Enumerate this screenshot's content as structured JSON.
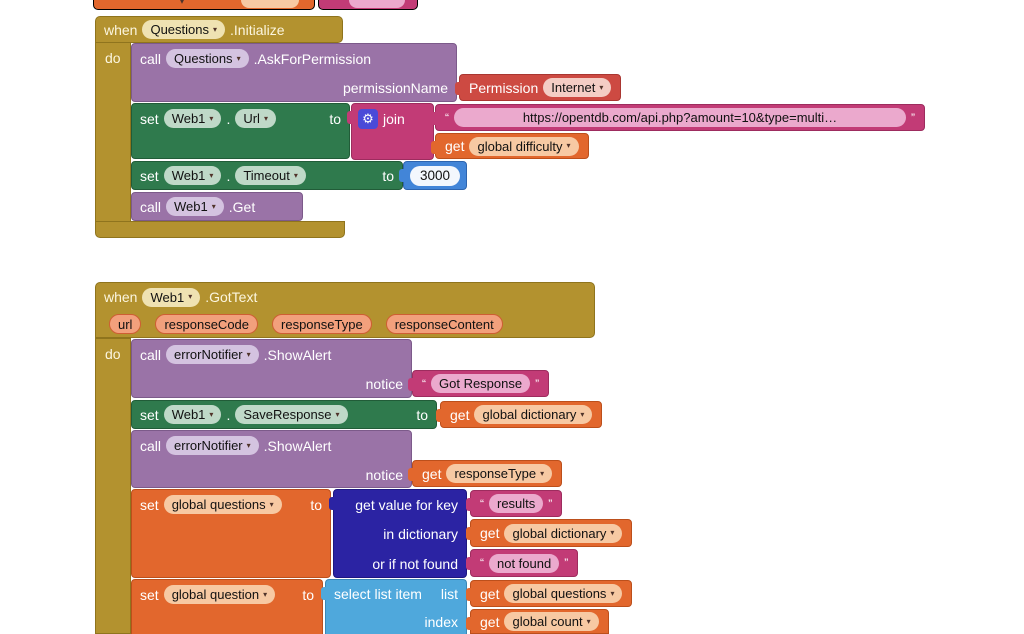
{
  "icons": {
    "caret": "▾",
    "gear": "⚙"
  },
  "punct": {
    "open_quote": "“",
    "close_quote": "”",
    "dot": "."
  },
  "colors": {
    "event_gold": "#B3922F",
    "call_purple": "#9A73A7",
    "setter_green": "#2F7A4D",
    "variable_orange": "#E2672D",
    "text_magenta": "#C23B76",
    "dictionary_blue": "#2B23A3",
    "list_blue": "#4FA8DC",
    "helper_red": "#CD4A42",
    "number_blue": "#4285D8"
  },
  "block1": {
    "when": "when",
    "component": "Questions",
    "event": ".Initialize",
    "do_label": "do",
    "ask_permission": {
      "call": "call",
      "component": "Questions",
      "method": ".AskForPermission",
      "param": "permissionName"
    },
    "permission": {
      "label": "Permission",
      "option": "Internet"
    },
    "set_url": {
      "set": "set",
      "component": "Web1",
      "prop": "Url",
      "to": "to"
    },
    "join": {
      "label": "join"
    },
    "url_string": {
      "text": "https://opentdb.com/api.php?amount=10&type=multi…"
    },
    "get_difficulty": {
      "get": "get",
      "var": "global difficulty"
    },
    "set_timeout": {
      "set": "set",
      "component": "Web1",
      "prop": "Timeout",
      "to": "to",
      "value": "3000"
    },
    "call_get": {
      "call": "call",
      "component": "Web1",
      "method": ".Get"
    }
  },
  "block2": {
    "when": "when",
    "component": "Web1",
    "event": ".GotText",
    "do_label": "do",
    "params": [
      "url",
      "responseCode",
      "responseType",
      "responseContent"
    ],
    "alert1": {
      "call": "call",
      "component": "errorNotifier",
      "method": ".ShowAlert",
      "param": "notice"
    },
    "got_response": {
      "text": "Got Response"
    },
    "save_response": {
      "set": "set",
      "component": "Web1",
      "prop": "SaveResponse",
      "to": "to"
    },
    "get_dictionary1": {
      "get": "get",
      "var": "global dictionary"
    },
    "alert2": {
      "call": "call",
      "component": "errorNotifier",
      "method": ".ShowAlert",
      "param": "notice"
    },
    "get_response_type": {
      "get": "get",
      "var": "responseType"
    },
    "set_questions": {
      "set": "set",
      "var": "global questions",
      "to": "to"
    },
    "dict_lookup": {
      "row1": "get value for key",
      "row2": "in dictionary",
      "row3": "or if not found"
    },
    "results_string": {
      "text": "results"
    },
    "get_dictionary2": {
      "get": "get",
      "var": "global dictionary"
    },
    "not_found_string": {
      "text": "not found"
    },
    "set_question": {
      "set": "set",
      "var": "global question",
      "to": "to"
    },
    "select_item": {
      "label": "select list item",
      "list": "list",
      "index": "index"
    },
    "get_questions": {
      "get": "get",
      "var": "global questions"
    },
    "get_count": {
      "get": "get",
      "var": "global count"
    }
  }
}
